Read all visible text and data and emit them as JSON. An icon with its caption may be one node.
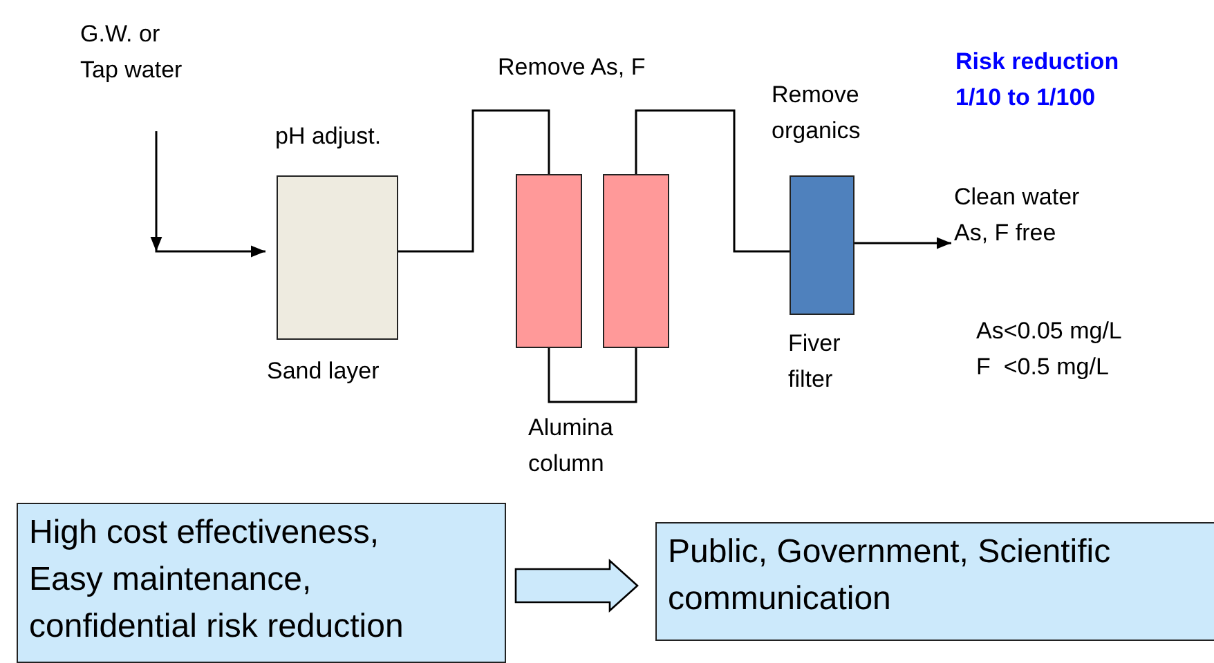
{
  "diagram": {
    "nodes": [
      {
        "text": [
          "G.W. or Tap water"
        ]
      },
      {
        "text": [
          "pH adjust.",
          "Sand layer"
        ]
      },
      {
        "text": [],
        "shape": "box"
      },
      {
        "text": [],
        "shape": "box"
      },
      {
        "text": [
          "Remove organics",
          "Fiver filter"
        ]
      },
      {
        "text": [
          "Clean water As, F free"
        ]
      },
      {
        "text": [
          "High cost effectiveness, Easy maintenance, confidential risk reduction"
        ]
      },
      {
        "text": [
          "Public, Government, Scientific communication"
        ]
      }
    ],
    "edges": [
      {
        "from": 0,
        "to": 1,
        "arrow": "to"
      },
      {
        "from": 1,
        "to": 2,
        "arrow": "none"
      },
      {
        "from": 2,
        "to": 3,
        "arrow": "none"
      },
      {
        "from": 3,
        "to": 4,
        "arrow": "none"
      },
      {
        "from": 4,
        "to": 5,
        "arrow": "to"
      },
      {
        "from": 6,
        "to": 7,
        "arrow": "to",
        "style": "thick"
      }
    ],
    "labels": [
      "Remove As, F",
      "Alumina column",
      "Risk reduction 1/10 to 1/100",
      "As<0.05 mg/L",
      "F  <0.5 mg/L"
    ]
  }
}
